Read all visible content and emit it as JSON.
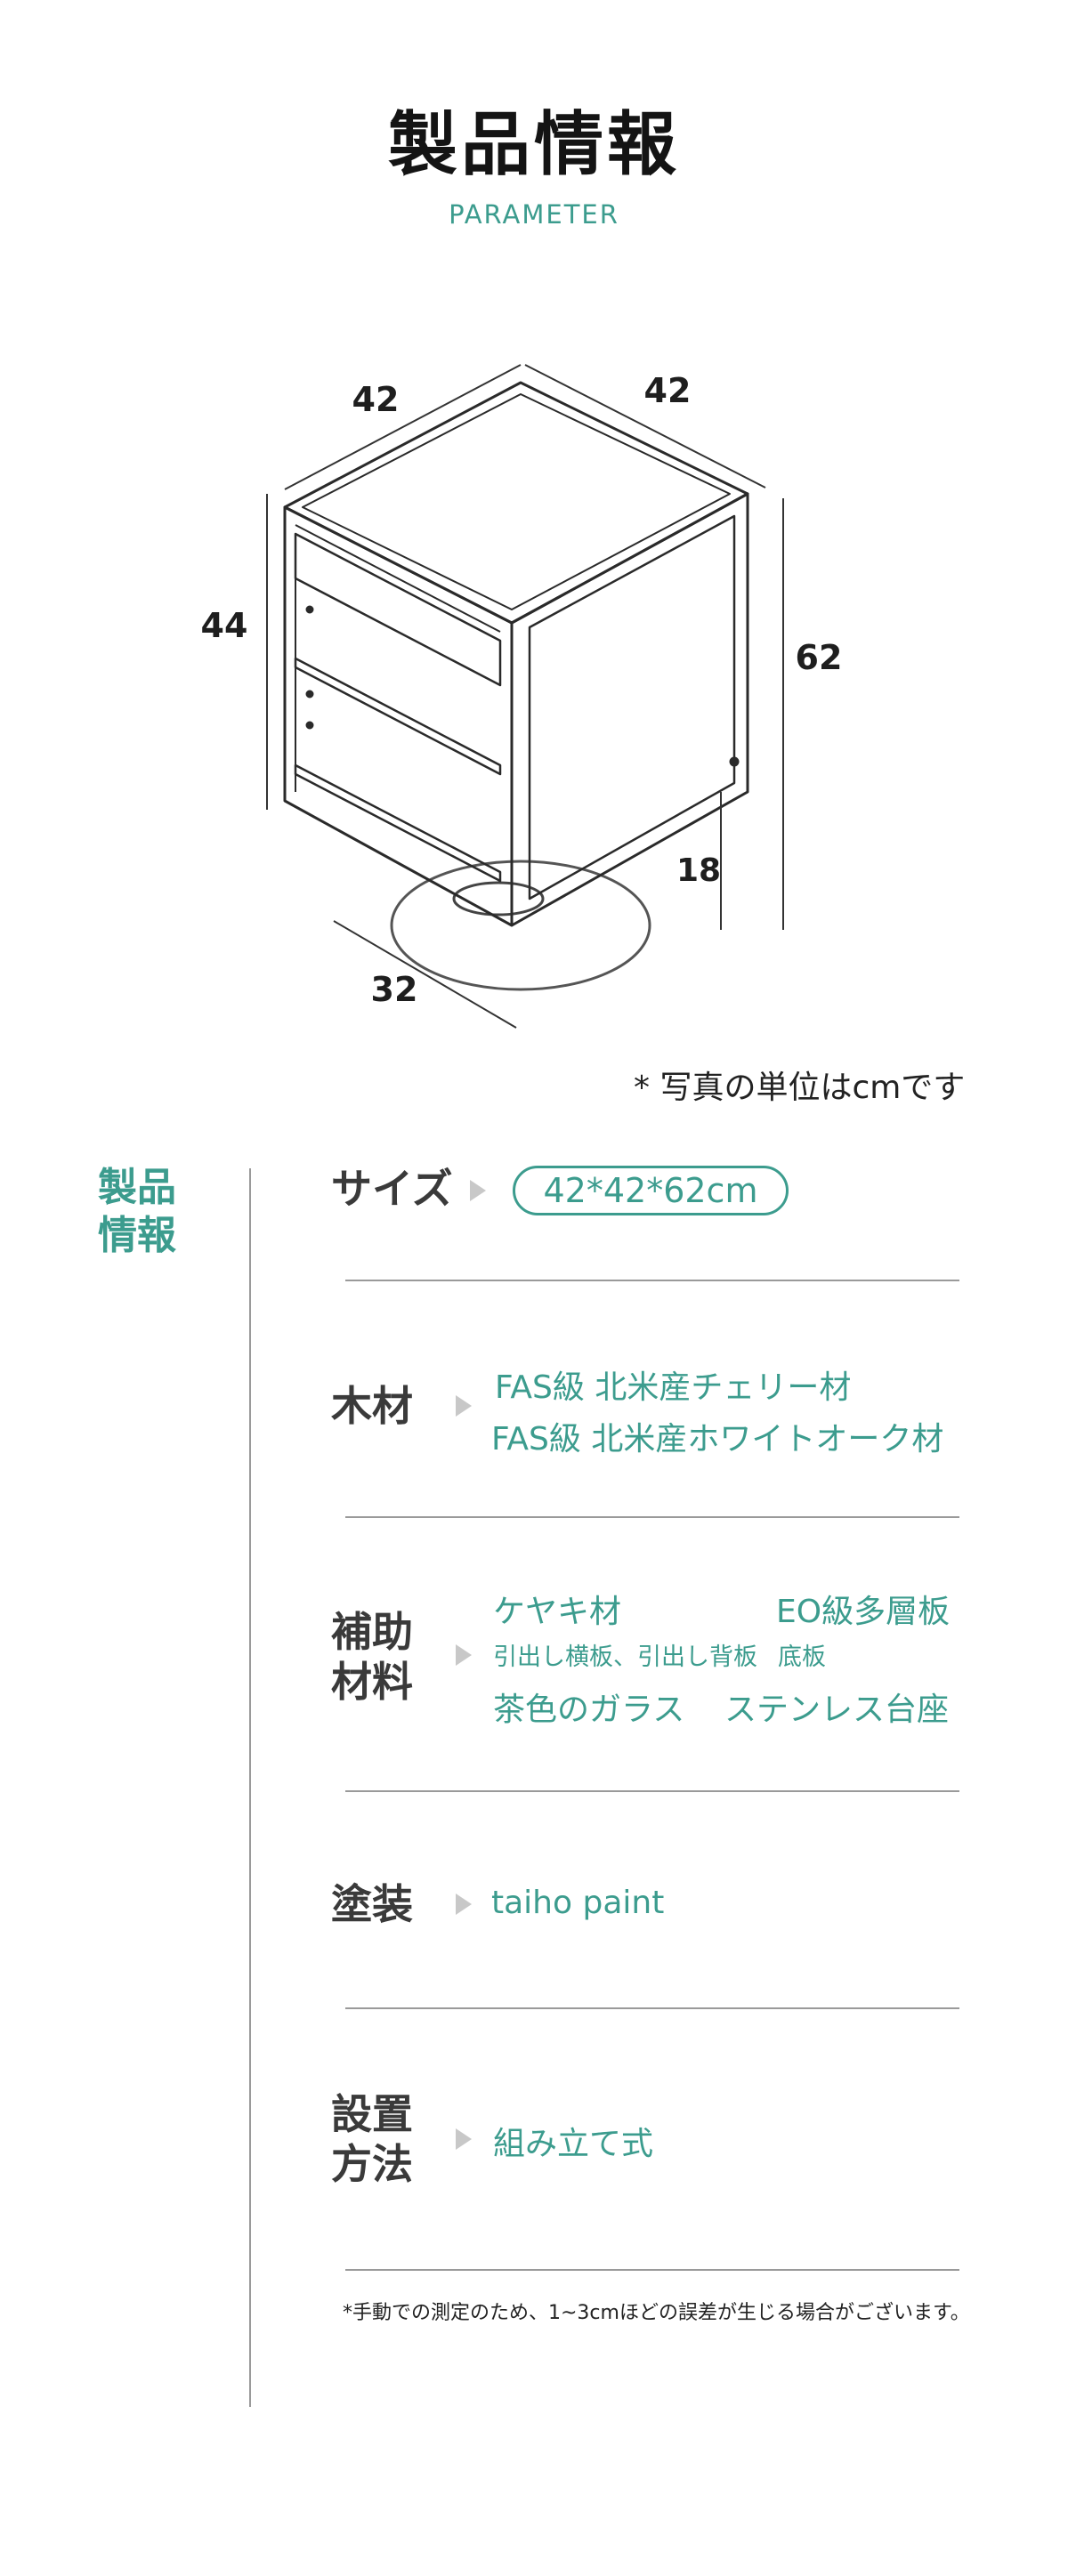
{
  "header": {
    "title": "製品情報",
    "subtitle": "PARAMETER"
  },
  "dimensions": {
    "top_left": "42",
    "top_right": "42",
    "left_height": "44",
    "right_height": "62",
    "base_height": "18",
    "base_diameter": "32"
  },
  "photo_note": "* 写真の単位はcmです",
  "section_title": [
    "製品",
    "情報"
  ],
  "rows": {
    "size": {
      "label": "サイズ",
      "value": "42*42*62cm"
    },
    "wood": {
      "label": "木材",
      "values": [
        "FAS級 北米産チェリー材",
        "FAS級 北米産ホワイトオーク材"
      ]
    },
    "aux": {
      "label": [
        "補助",
        "材料"
      ],
      "v1": "ケヤキ材",
      "v2": "EO級多層板",
      "v3": "引出し横板、引出し背板",
      "v4": "底板",
      "v5": "茶色のガラス",
      "v6": "ステンレス台座"
    },
    "paint": {
      "label": "塗装",
      "value": "taiho paint"
    },
    "install": {
      "label": [
        "設置",
        "方法"
      ],
      "value": "組み立て式"
    }
  },
  "footnote": "*手動での測定のため、1~3cmほどの誤差が生じる場合がございます。",
  "colors": {
    "accent": "#3c9c8e",
    "text": "#3a3a3a",
    "divider": "#9a9a9a"
  }
}
